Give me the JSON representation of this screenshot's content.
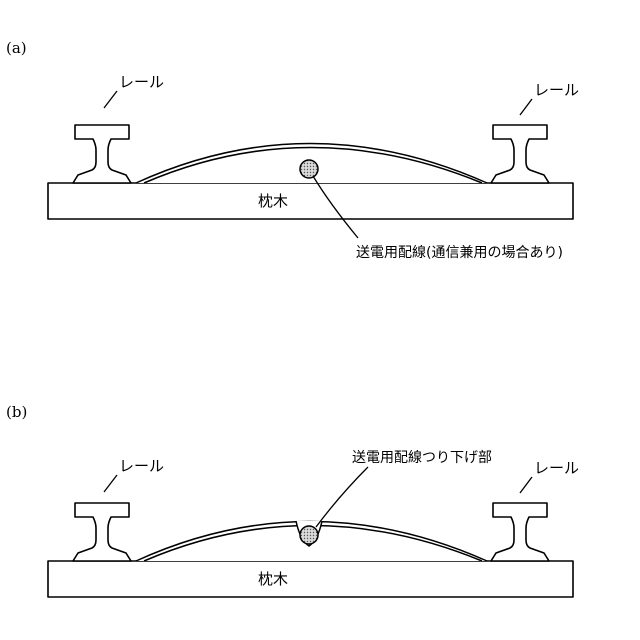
{
  "panel_a": {
    "label": "(a)",
    "rail_left": "レール",
    "rail_right": "レール",
    "sleeper": "枕木",
    "cable": "送電用配線(通信兼用の場合あり)"
  },
  "panel_b": {
    "label": "(b)",
    "rail_left": "レール",
    "rail_right": "レール",
    "sleeper": "枕木",
    "cable": "送電用配線つり下げ部"
  },
  "colors": {
    "line": "#000000",
    "cable_fill": "#cccccc",
    "background": "#ffffff"
  }
}
